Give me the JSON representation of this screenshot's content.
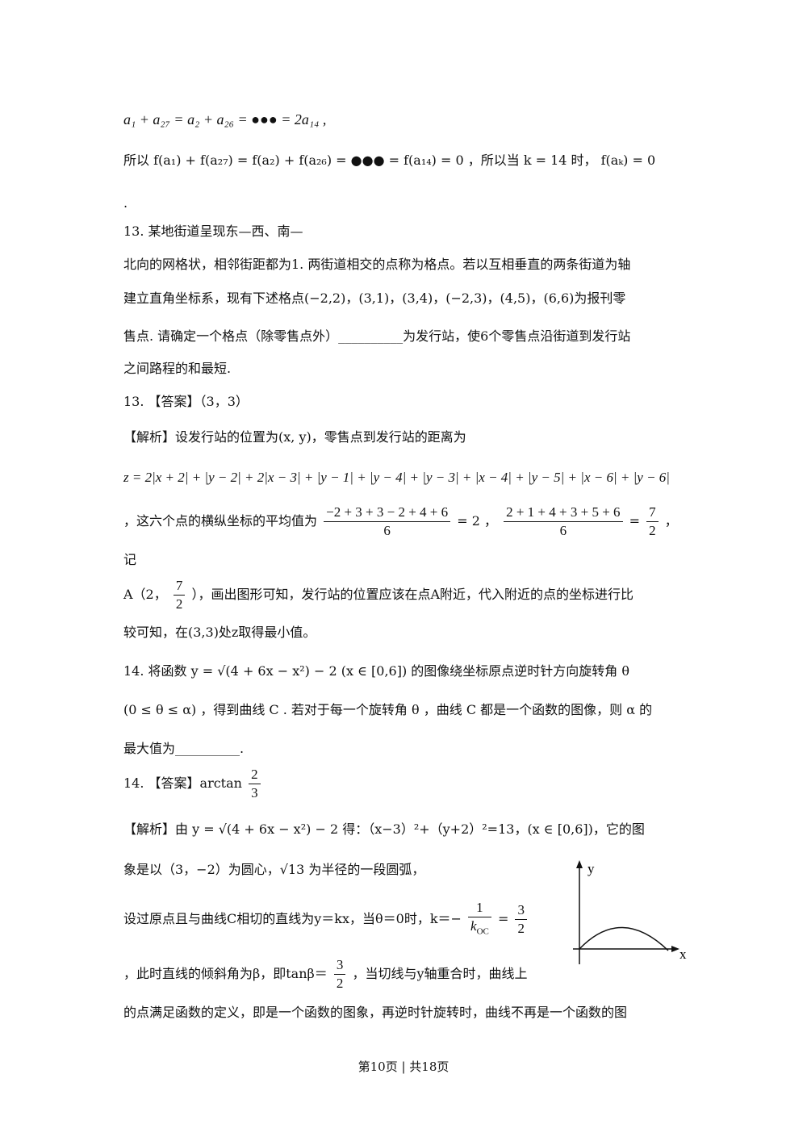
{
  "lines": {
    "l1": "a₁ + a₂₇ = a₂ + a₂₆ = ●●● = 2a₁₄ ,",
    "l2": "所以 f(a₁) + f(a₂₇) = f(a₂) + f(a₂₆) = ●●● = f(a₁₄) = 0 ，所以当 k = 14 时， f(aₖ) = 0",
    "l3": ".",
    "q13_a": "13. 某地街道呈现东—西、南—",
    "q13_b": "北向的网格状，相邻街距都为1. 两街道相交的点称为格点。若以互相垂直的两条街道为轴",
    "q13_c": "建立直角坐标系，现有下述格点(−2,2)，(3,1)，(3,4)，(−2,3)，(4,5)，(6,6)为报刊零",
    "q13_d": "售点. 请确定一个格点（除零售点外）__________为发行站，使6个零售点沿街道到发行站",
    "q13_e": "之间路程的和最短.",
    "a13": "13. 【答案】（3，3）",
    "a13_jx": "【解析】设发行站的位置为(x, y)，零售点到发行站的距离为",
    "a13_z": "z = 2|x + 2| + |y − 2| + 2|x − 3| + |y − 1| + |y − 4| + |y − 3| + |x − 4| + |y − 5| + |x − 6| + |y − 6|",
    "a13_avg_pre": "，这六个点的横纵坐标的平均值为",
    "a13_frac1_num": "−2 + 3 + 3 − 2 + 4 + 6",
    "a13_frac1_den": "6",
    "a13_eq1": "= 2 ，",
    "a13_frac2_num": "2 + 1 + 4 + 3 + 5 + 6",
    "a13_frac2_den": "6",
    "a13_eq2": "=",
    "a13_frac3_num": "7",
    "a13_frac3_den": "2",
    "a13_comma": "，",
    "a13_ji": "记",
    "a13_A_pre": "A（2，",
    "a13_A_num": "7",
    "a13_A_den": "2",
    "a13_A_post": "），画出图形可知，发行站的位置应该在点A附近，代入附近的点的坐标进行比",
    "a13_last": "较可知，在(3,3)处z取得最小值。",
    "q14_a": "14. 将函数 y = √(4 + 6x − x²) − 2 (x ∈ [0,6]) 的图像绕坐标原点逆时针方向旋转角 θ",
    "q14_b": "(0 ≤ θ ≤ α) ，得到曲线 C . 若对于每一个旋转角 θ ，曲线 C 都是一个函数的图像，则 α 的",
    "q14_c": "最大值为__________.",
    "a14_pre": "14. 【答案】arctan",
    "a14_num": "2",
    "a14_den": "3",
    "a14_jx": "【解析】由 y = √(4 + 6x − x²) − 2 得：（x−3）²+（y+2）²=13，(x ∈ [0,6])，它的图",
    "a14_b": "象是以（3，−2）为圆心，√13 为半径的一段圆弧，",
    "a14_c_pre": "设过原点且与曲线C相切的直线为y＝kx，当θ＝0时，k＝−",
    "a14_c_num1": "1",
    "a14_c_den1": "k",
    "a14_c_den1_sub": "OC",
    "a14_c_eq": "=",
    "a14_c_num2": "3",
    "a14_c_den2": "2",
    "a14_d_pre": "，此时直线的倾斜角为β，即tanβ＝",
    "a14_d_num": "3",
    "a14_d_den": "2",
    "a14_d_post": "，当切线与y轴重合时，曲线上",
    "a14_e": "的点满足函数的定义，即是一个函数的图象，再逆时针旋转时，曲线不再是一个函数的图"
  },
  "figure": {
    "y_label": "y",
    "x_label": "x"
  },
  "footer": "第10页 | 共18页"
}
